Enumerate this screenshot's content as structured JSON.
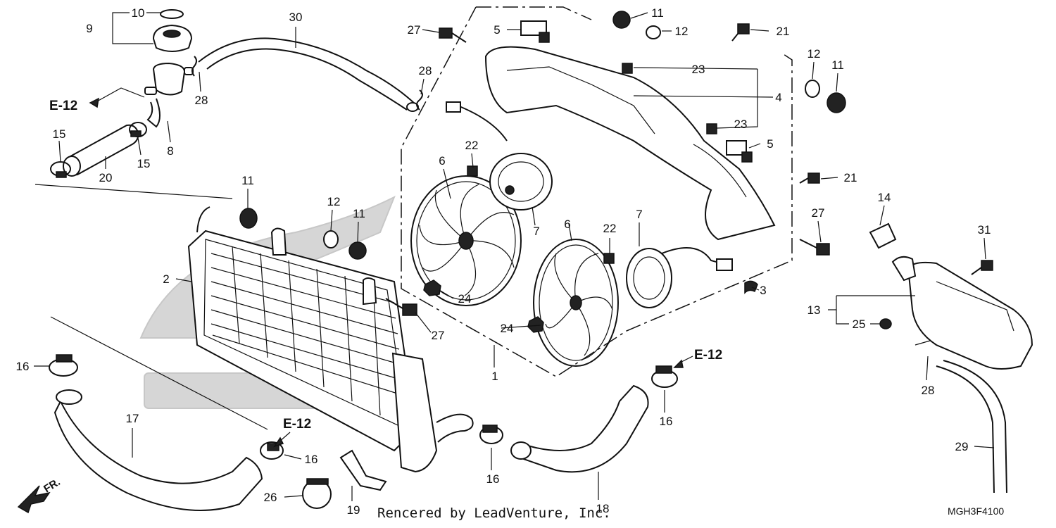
{
  "credit": "Rencered by LeadVenture, Inc.",
  "diagram_code": "MGH3F4100",
  "front_label": "FR.",
  "ref_label": "E-12",
  "callouts": {
    "n1": "1",
    "n2": "2",
    "n3": "3",
    "n4": "4",
    "n5a": "5",
    "n5b": "5",
    "n6a": "6",
    "n6b": "6",
    "n7a": "7",
    "n7b": "7",
    "n8": "8",
    "n9": "9",
    "n10": "10",
    "n11a": "11",
    "n11b": "11",
    "n11c": "11",
    "n11d": "11",
    "n12a": "12",
    "n12b": "12",
    "n12c": "12",
    "n13": "13",
    "n14": "14",
    "n15a": "15",
    "n15b": "15",
    "n16a": "16",
    "n16b": "16",
    "n16c": "16",
    "n16d": "16",
    "n17": "17",
    "n18": "18",
    "n19": "19",
    "n20": "20",
    "n21a": "21",
    "n21b": "21",
    "n22a": "22",
    "n22b": "22",
    "n23a": "23",
    "n23b": "23",
    "n24a": "24",
    "n24b": "24",
    "n25": "25",
    "n26": "26",
    "n27a": "27",
    "n27b": "27",
    "n27c": "27",
    "n28a": "28",
    "n28b": "28",
    "n28c": "28",
    "n29": "29",
    "n30": "30",
    "n31": "31"
  }
}
